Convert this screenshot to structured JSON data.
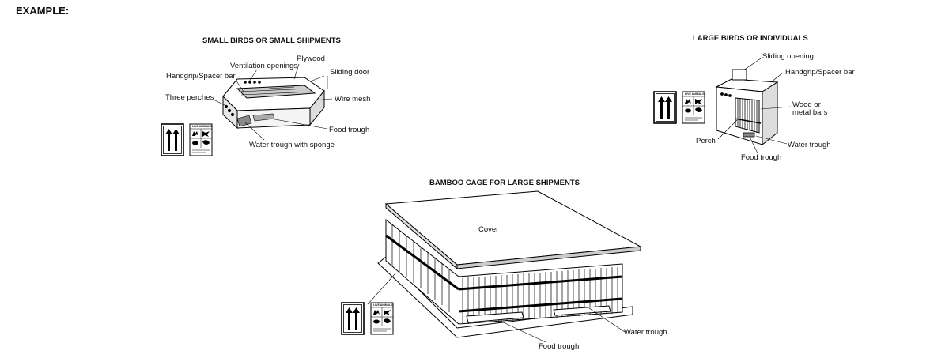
{
  "header": "EXAMPLE:",
  "small": {
    "title": "SMALL BIRDS OR SMALL SHIPMENTS",
    "labels": {
      "plywood": "Plywood",
      "ventilation": "Ventilation openings",
      "handgrip": "Handgrip/Spacer bar",
      "sliding_door": "Sliding door",
      "three_perches": "Three perches",
      "wire_mesh": "Wire mesh",
      "food_trough": "Food trough",
      "water_trough": "Water trough with sponge"
    }
  },
  "large": {
    "title": "LARGE BIRDS OR INDIVIDUALS",
    "labels": {
      "sliding_opening": "Sliding opening",
      "handgrip": "Handgrip/Spacer bar",
      "bars_line1": "Wood or",
      "bars_line2": "metal bars",
      "perch": "Perch",
      "water_trough": "Water trough",
      "food_trough": "Food trough"
    }
  },
  "bamboo": {
    "title": "BAMBOO CAGE FOR LARGE SHIPMENTS",
    "labels": {
      "cover": "Cover",
      "water_trough": "Water trough",
      "food_trough": "Food trough"
    }
  },
  "live_animals_label": "LIVE ANIMALS"
}
